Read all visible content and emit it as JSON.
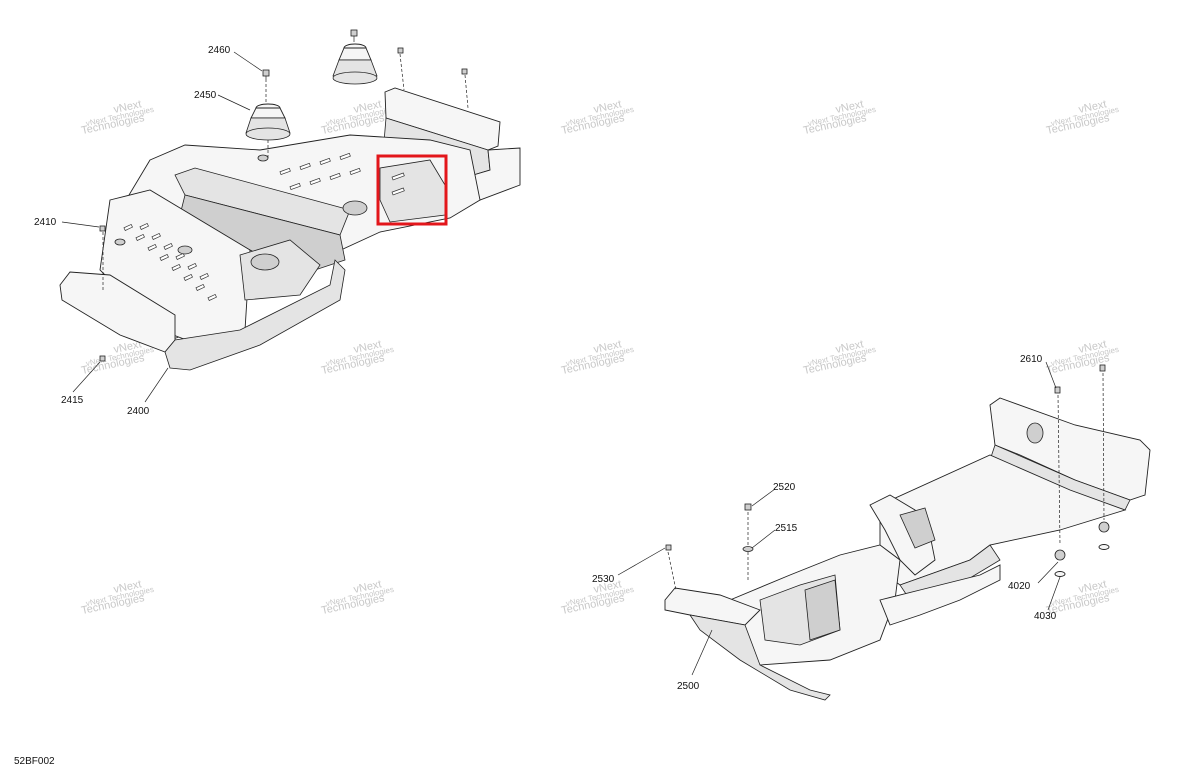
{
  "diagram": {
    "code": "52BF002",
    "watermark": {
      "line1": "vNext",
      "line2": "Technologies",
      "full": "vNext Technologies"
    },
    "callouts": [
      {
        "id": "c2460",
        "label": "2460"
      },
      {
        "id": "c2450",
        "label": "2450"
      },
      {
        "id": "c2410",
        "label": "2410"
      },
      {
        "id": "c2415",
        "label": "2415"
      },
      {
        "id": "c2400",
        "label": "2400"
      },
      {
        "id": "c2610",
        "label": "2610"
      },
      {
        "id": "c2520",
        "label": "2520"
      },
      {
        "id": "c2515",
        "label": "2515"
      },
      {
        "id": "c2530",
        "label": "2530"
      },
      {
        "id": "c2500",
        "label": "2500"
      },
      {
        "id": "c4020",
        "label": "4020"
      },
      {
        "id": "c4030",
        "label": "4030"
      }
    ],
    "highlight_color": "#e3161b"
  }
}
